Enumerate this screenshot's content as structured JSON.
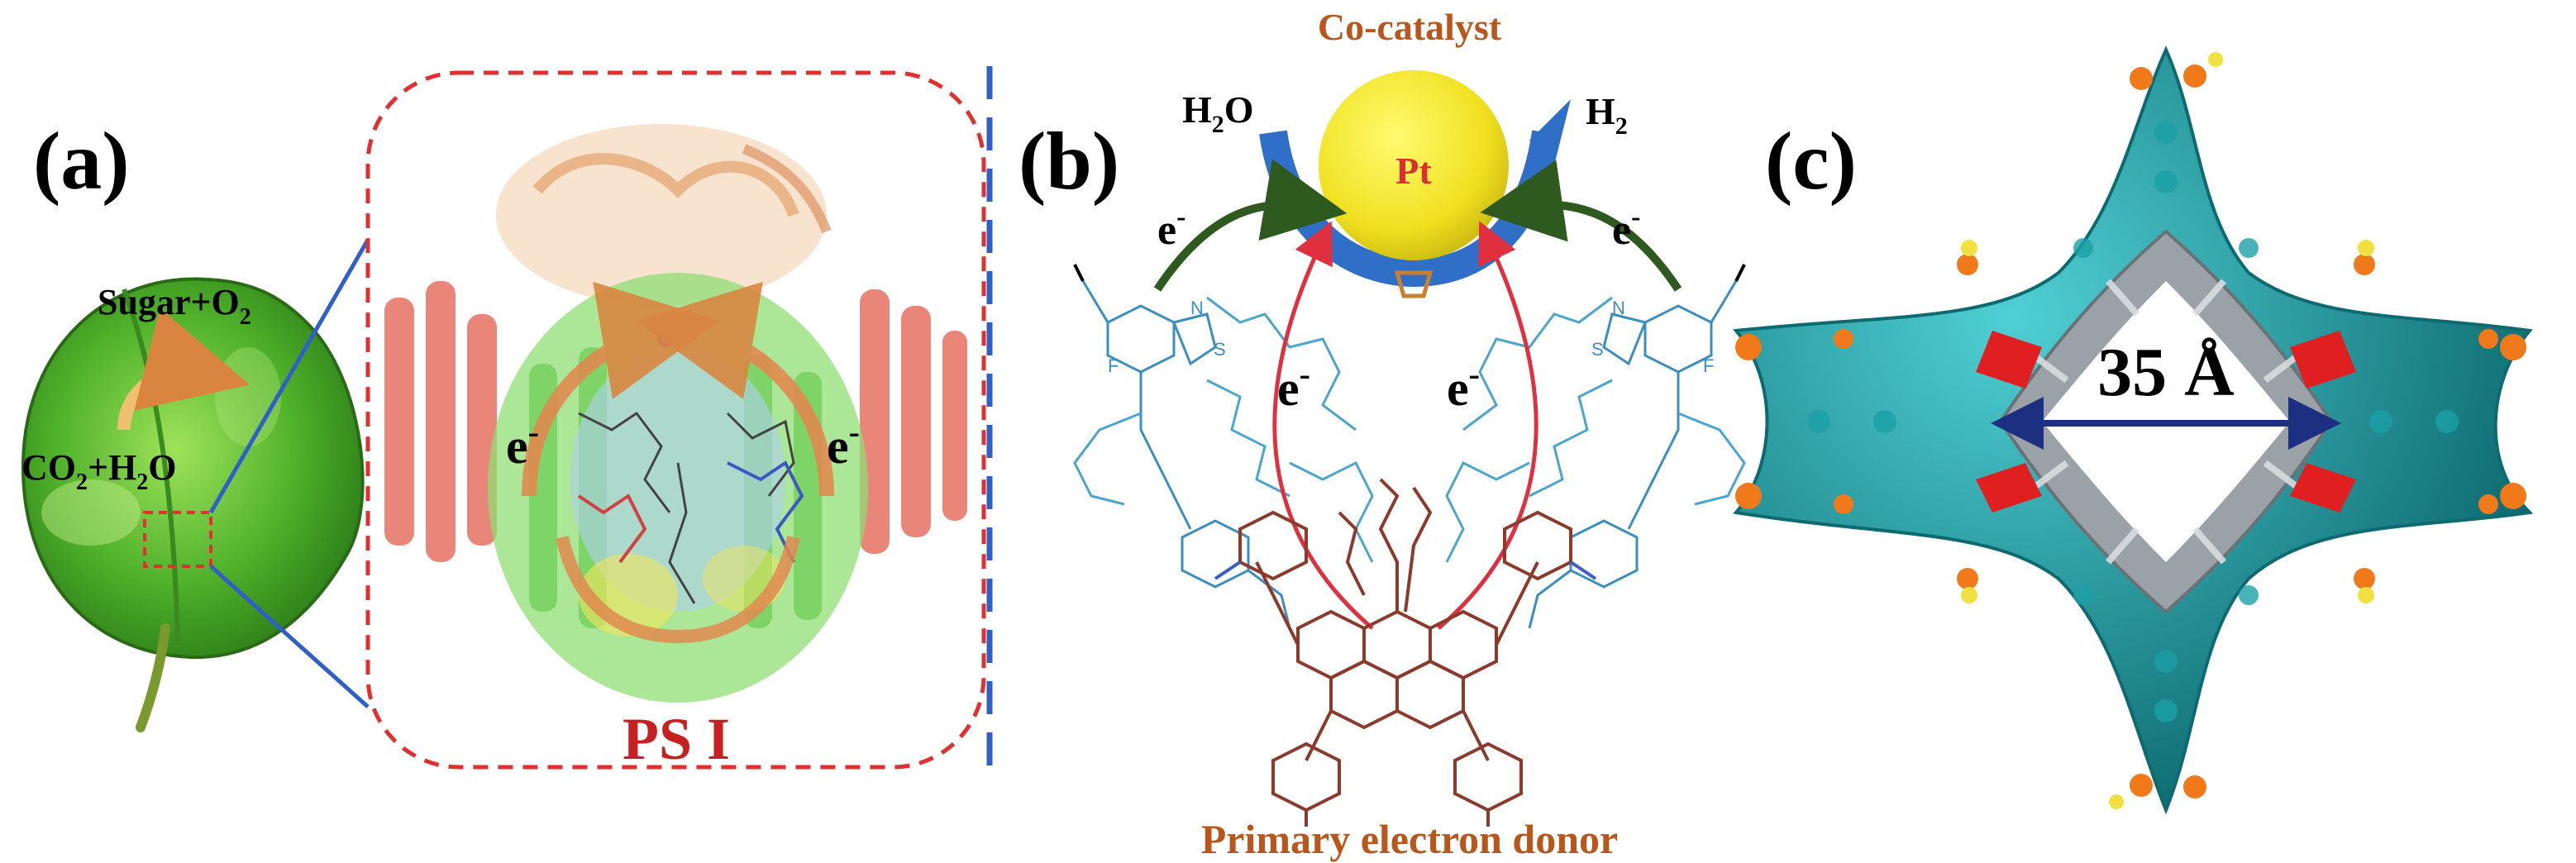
{
  "panels": {
    "a": {
      "label": "(a)",
      "sugar_o2": "Sugar+O",
      "sugar_o2_sub": "2",
      "co2_h2o_a": "CO",
      "co2_h2o_sub1": "2",
      "co2_h2o_b": "+H",
      "co2_h2o_sub2": "2",
      "co2_h2o_c": "O",
      "electron_left": "e",
      "electron_right": "e",
      "electron_sup": "-",
      "psi_label": "PS I"
    },
    "b": {
      "label": "(b)",
      "cocatalyst": "Co-catalyst",
      "pt": "Pt",
      "h2o_a": "H",
      "h2o_sub": "2",
      "h2o_b": "O",
      "h2_a": "H",
      "h2_sub": "2",
      "e_top_left": "e",
      "e_top_right": "e",
      "e_mid_left": "e",
      "e_mid_right": "e",
      "electron_sup": "-",
      "donor": "Primary electron donor",
      "atom_f": "F",
      "atom_n": "N",
      "atom_s": "S"
    },
    "c": {
      "label": "(c)",
      "pore_size": "35 Å"
    }
  },
  "colors": {
    "leaf": "#5fbf3a",
    "red_dash": "#e03030",
    "blue_line": "#2f5fc8",
    "psi_red": "#c82020",
    "orange_text": "#b8561b",
    "pt_yellow": "#f0e020",
    "arc_blue": "#2f6fc8",
    "green_arrow": "#2f5a1f",
    "red_arrow": "#e03040",
    "teal": "#128a90",
    "orange_atom": "#f07a1a",
    "navy_arrow": "#1d2f80",
    "mol_brown": "#8c3a2c",
    "mol_blue": "#3b8fc0"
  }
}
